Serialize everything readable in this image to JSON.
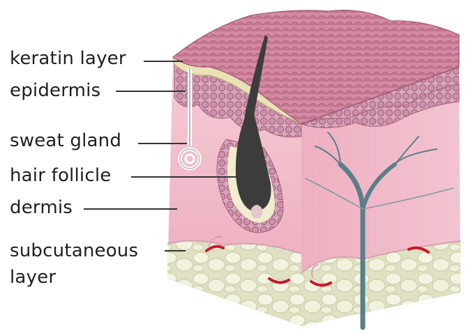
{
  "labels": {
    "keratin": "keratin layer",
    "epidermis": "epidermis",
    "sweat": "sweat gland",
    "hair": "hair follicle",
    "dermis": "dermis",
    "subcutaneous_line1": "subcutaneous",
    "subcutaneous_line2": "layer"
  },
  "colors": {
    "keratin": "#c9849c",
    "epidermis_band": "#e9e3b8",
    "dermis": "#f2bccb",
    "dermis_side": "#e7a6b8",
    "fat": "#eef0d8",
    "hair": "#3c3c3c",
    "vessel": "#5b7f8a",
    "artery": "#c8182d",
    "leader": "#333333"
  }
}
